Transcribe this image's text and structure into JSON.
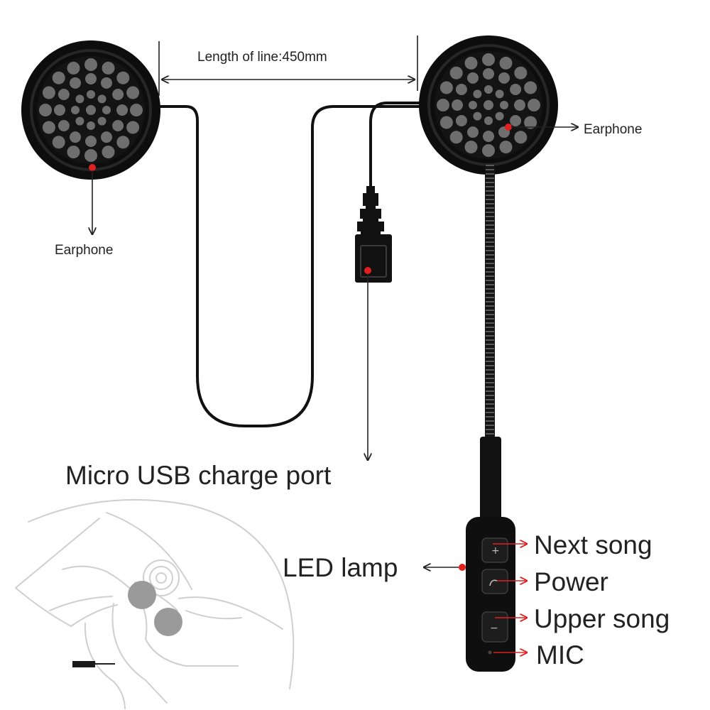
{
  "labels": {
    "length_of_line": "Length of line:450mm",
    "earphone_left": "Earphone",
    "earphone_right": "Earphone",
    "usb_port": "Micro USB charge port",
    "led_lamp": "LED lamp",
    "next_song": "Next song",
    "power": "Power",
    "upper_song": "Upper song",
    "mic": "MIC"
  },
  "buttons": {
    "plus": "+",
    "minus": "−"
  },
  "colors": {
    "marker": "#e0201e",
    "body": "#111111",
    "speaker_holes": "#6e6e6e",
    "helmet_line": "#cfcfcf",
    "helmet_speaker": "#9a9a9a"
  }
}
